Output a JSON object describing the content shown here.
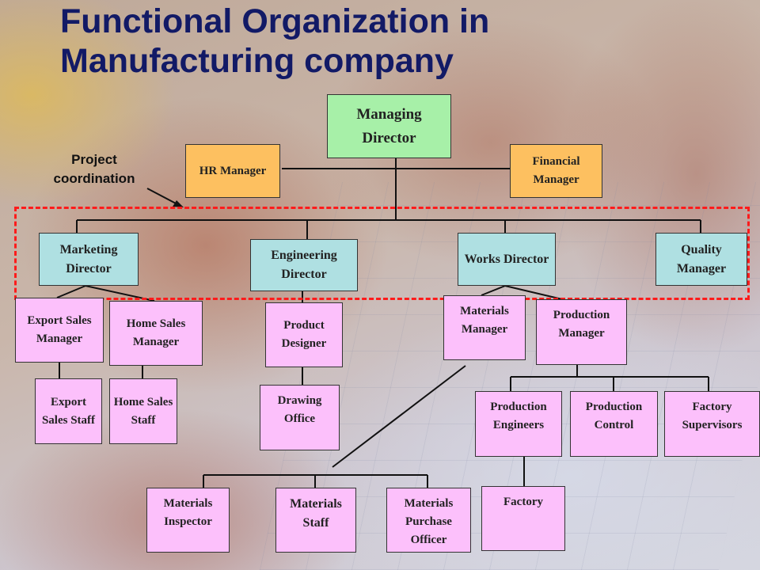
{
  "title_line1": "Functional Organization in",
  "title_line2": "Manufacturing company",
  "annotation": {
    "line1": "Project",
    "line2": "coordination"
  },
  "nodes": {
    "managing_director": "Managing Director",
    "hr_manager": "HR Manager",
    "financial_manager": "Financial Manager",
    "marketing_director": "Marketing Director",
    "engineering_director": "Engineering Director",
    "works_director": "Works Director",
    "quality_manager": "Quality Manager",
    "export_sales_manager": "Export Sales Manager",
    "home_sales_manager": "Home Sales Manager",
    "export_sales_staff": "Export Sales Staff",
    "home_sales_staff": "Home Sales Staff",
    "product_designer": "Product Designer",
    "drawing_office": "Drawing Office",
    "materials_manager": "Materials Manager",
    "production_manager": "Production Manager",
    "production_engineers": "Production Engineers",
    "production_control": "Production Control",
    "factory_supervisors": "Factory Supervisors",
    "factory": "Factory",
    "materials_inspector": "Materials Inspector",
    "materials_staff": "Materials Staff",
    "materials_purchase_officer": "Materials Purchase Officer"
  },
  "colors": {
    "title": "#121a66",
    "top_level": "#a7f0a8",
    "staff_advisors": "#fdc060",
    "directors": "#afe0e2",
    "departments": "#fcc0fb",
    "project_coordination_outline": "#ff1b1b"
  }
}
